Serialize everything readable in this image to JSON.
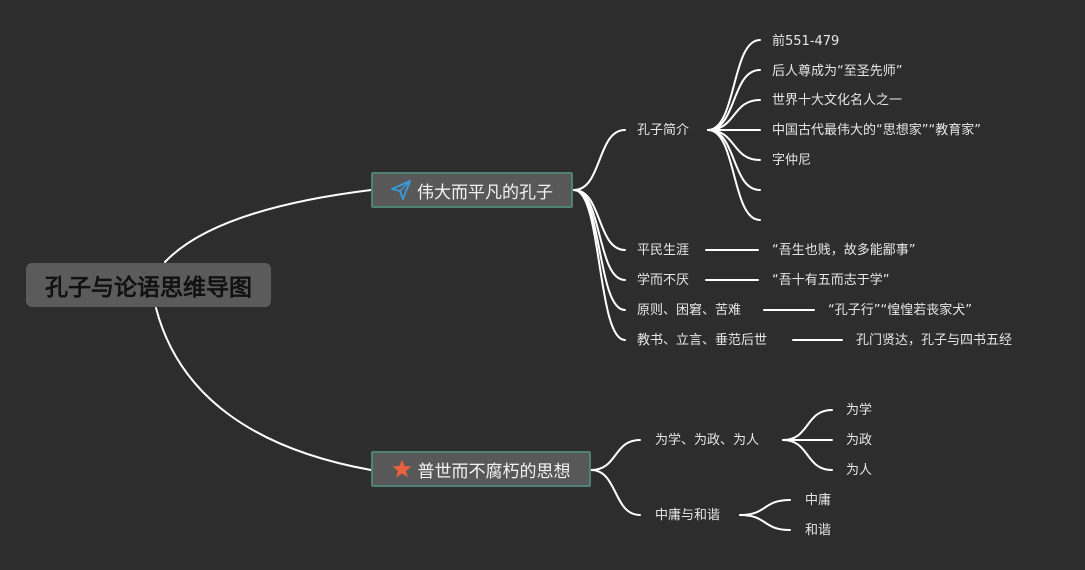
{
  "root": {
    "label": "孔子与论语思维导图"
  },
  "branch1": {
    "label": "伟大而平凡的孔子",
    "icon": "paper-plane-icon",
    "children": [
      {
        "label": "孔子简介",
        "leaves": [
          "前551-479",
          "后人尊成为“至圣先师”",
          "世界十大文化名人之一",
          "中国古代最伟大的“思想家”“教育家”",
          "字仲尼",
          "",
          ""
        ]
      },
      {
        "label": "平民生涯",
        "leaves": [
          "“吾生也贱，故多能鄙事”"
        ]
      },
      {
        "label": "学而不厌",
        "leaves": [
          "“吾十有五而志于学”"
        ]
      },
      {
        "label": "原则、困窘、苦难",
        "leaves": [
          "“孔子行”“惶惶若丧家犬”"
        ]
      },
      {
        "label": "教书、立言、垂范后世",
        "leaves": [
          "孔门贤达，孔子与四书五经"
        ]
      }
    ]
  },
  "branch2": {
    "label": "普世而不腐朽的思想",
    "icon": "star-icon",
    "children": [
      {
        "label": "为学、为政、为人",
        "leaves": [
          "为学",
          "为政",
          "为人"
        ]
      },
      {
        "label": "中庸与和谐",
        "leaves": [
          "中庸",
          "和谐"
        ]
      }
    ]
  },
  "colors": {
    "background": "#2d2d2d",
    "line": "#ffffff",
    "main_border": "#4f8276",
    "icon_plane": "#3a9bd8",
    "icon_star": "#e8613c"
  }
}
